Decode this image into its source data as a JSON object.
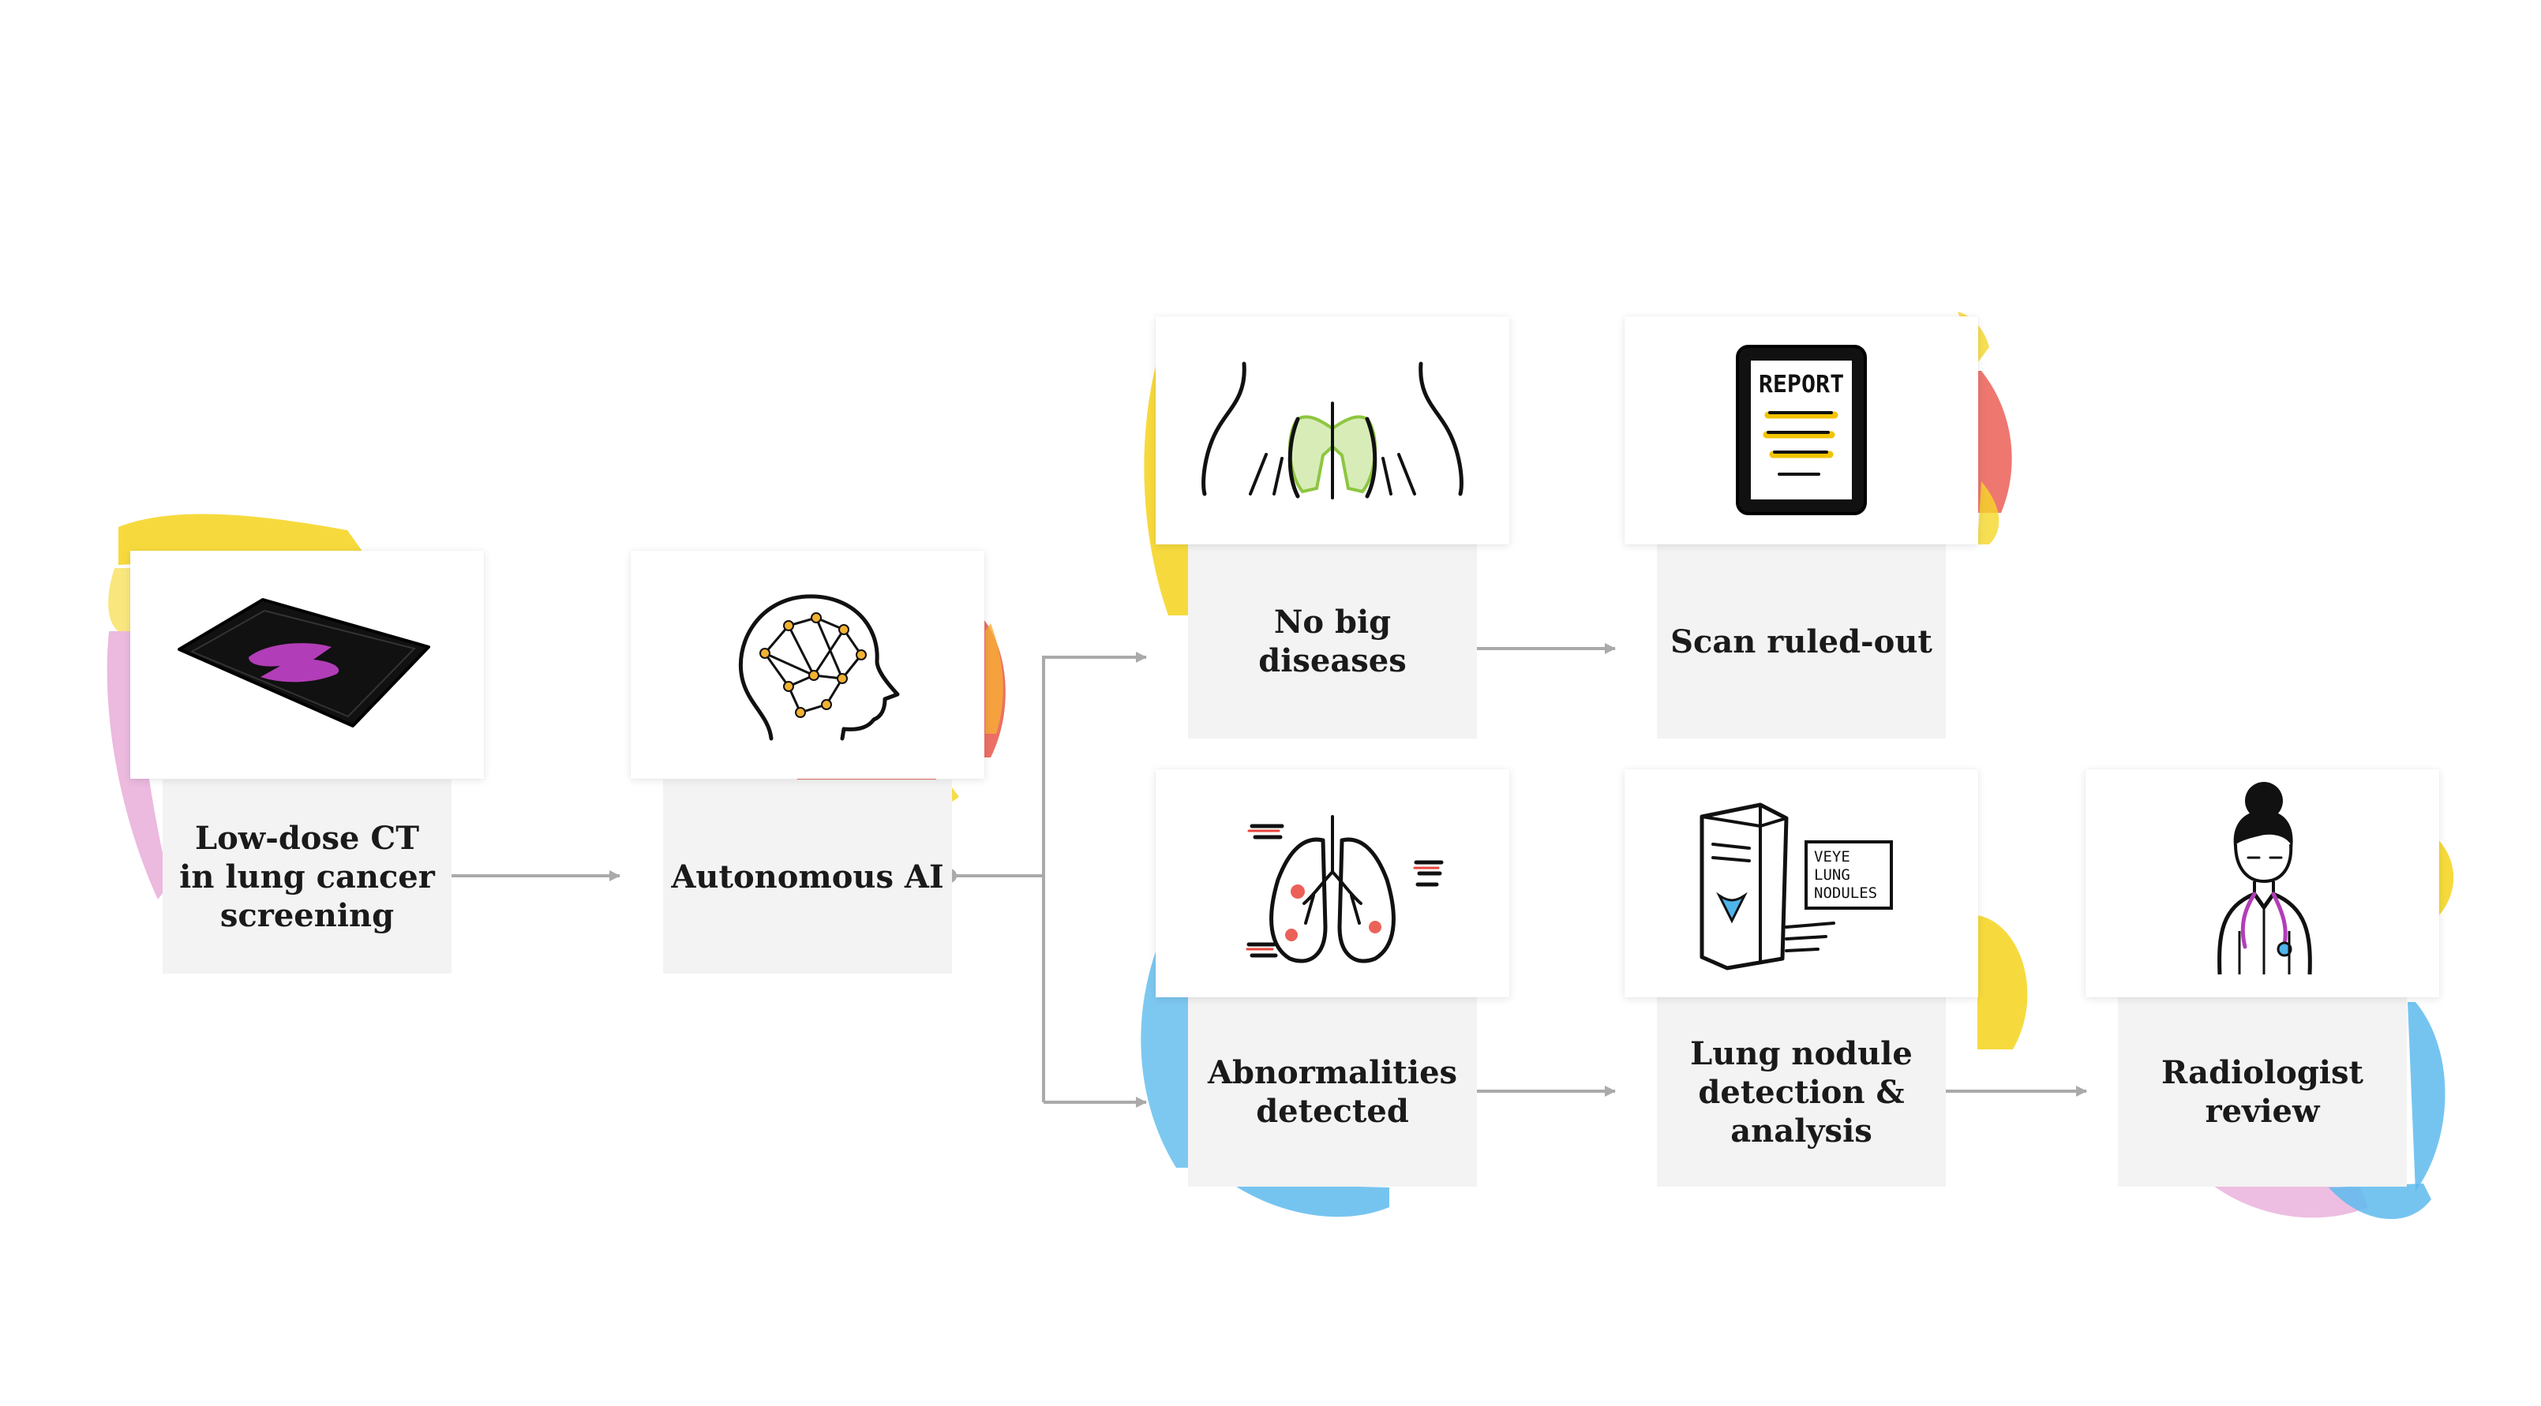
{
  "diagram": {
    "nodes": [
      {
        "id": "low-dose-ct",
        "label": "Low-dose CT\nin lung cancer\nscreening",
        "icon": "ct-scan-icon"
      },
      {
        "id": "autonomous-ai",
        "label": "Autonomous AI",
        "icon": "ai-brain-icon"
      },
      {
        "id": "no-big-diseases",
        "label": "No big\ndiseases",
        "icon": "chest-icon"
      },
      {
        "id": "scan-ruled-out",
        "label": "Scan ruled-out",
        "icon": "report-clipboard-icon",
        "icon_text": "REPORT"
      },
      {
        "id": "abnormalities-detected",
        "label": "Abnormalities\ndetected",
        "icon": "lungs-icon"
      },
      {
        "id": "lung-nodule-detection",
        "label": "Lung nodule\ndetection &\nanalysis",
        "icon": "computer-icon",
        "icon_text": [
          "VEYE",
          "LUNG",
          "NODULES"
        ]
      },
      {
        "id": "radiologist-review",
        "label": "Radiologist\nreview",
        "icon": "radiologist-icon"
      }
    ],
    "edges": [
      {
        "from": "low-dose-ct",
        "to": "autonomous-ai"
      },
      {
        "from": "autonomous-ai",
        "to": "no-big-diseases"
      },
      {
        "from": "autonomous-ai",
        "to": "abnormalities-detected"
      },
      {
        "from": "no-big-diseases",
        "to": "scan-ruled-out"
      },
      {
        "from": "abnormalities-detected",
        "to": "lung-nodule-detection"
      },
      {
        "from": "lung-nodule-detection",
        "to": "radiologist-review"
      }
    ],
    "colors": {
      "label_bg": "#f3f3f3",
      "card_bg": "#ffffff",
      "arrow": "#aaaaaa",
      "text": "#1a1a1a",
      "splash_yellow": "#f5d315",
      "splash_pink": "#e49ad0",
      "splash_red": "#e8463c",
      "splash_blue": "#4fb4ec",
      "accent_purple": "#b23db8",
      "accent_green": "#8dc63f"
    }
  }
}
